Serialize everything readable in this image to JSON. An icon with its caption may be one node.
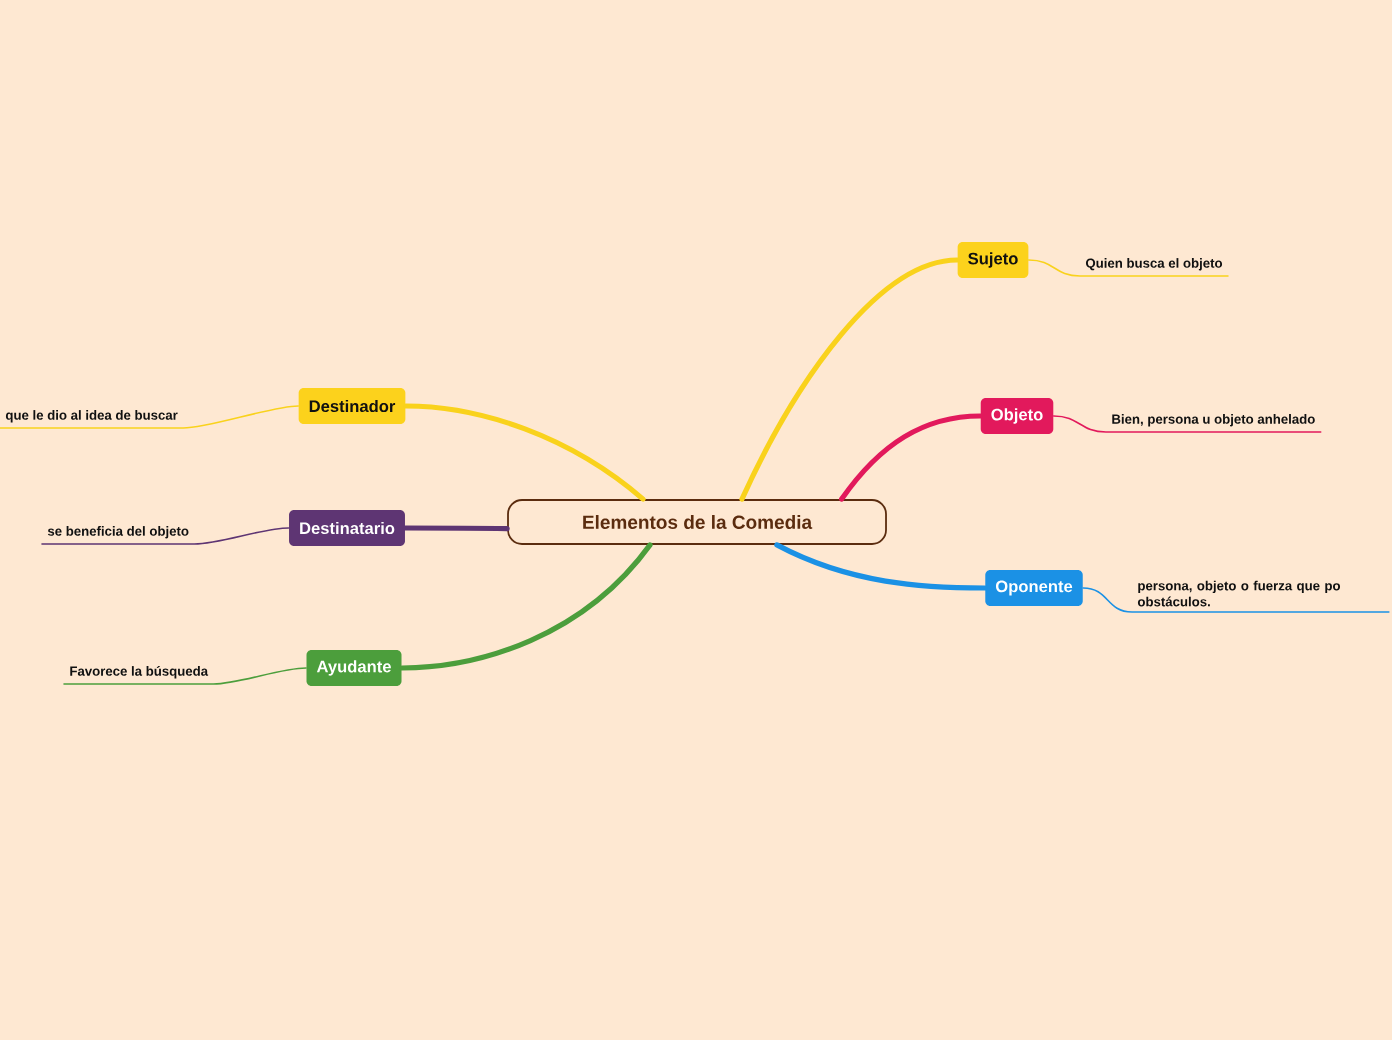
{
  "diagram": {
    "nodes": [
      {
        "text": [
          "Elementos de la Comedia"
        ]
      },
      {
        "text": [
          "Sujeto"
        ]
      },
      {
        "text": [
          "Quien busca el objeto"
        ]
      },
      {
        "text": [
          "Objeto"
        ]
      },
      {
        "text": [
          "Bien, persona u objeto anhelado"
        ]
      },
      {
        "text": [
          "Oponente"
        ]
      },
      {
        "text": [
          "persona, objeto o fuerza que po obstáculos."
        ]
      },
      {
        "text": [
          "Destinador"
        ]
      },
      {
        "text": [
          "que le dio al idea de buscar"
        ]
      },
      {
        "text": [
          "Destinatario"
        ]
      },
      {
        "text": [
          "se beneficia del objeto"
        ]
      },
      {
        "text": [
          "Ayudante"
        ]
      },
      {
        "text": [
          "Favorece la búsqueda"
        ]
      }
    ],
    "edges": [
      {
        "from": 0,
        "to": 1,
        "arrow": "none",
        "style": "thick",
        "color": "#f9d21c"
      },
      {
        "from": 1,
        "to": 2,
        "arrow": "none",
        "color": "#f9d21c"
      },
      {
        "from": 0,
        "to": 3,
        "arrow": "none",
        "style": "thick",
        "color": "#e2195c"
      },
      {
        "from": 3,
        "to": 4,
        "arrow": "none",
        "color": "#e2195c"
      },
      {
        "from": 0,
        "to": 5,
        "arrow": "none",
        "style": "thick",
        "color": "#1b91e5"
      },
      {
        "from": 5,
        "to": 6,
        "arrow": "none",
        "color": "#1b91e5"
      },
      {
        "from": 0,
        "to": 7,
        "arrow": "none",
        "style": "thick",
        "color": "#f9d21c"
      },
      {
        "from": 7,
        "to": 8,
        "arrow": "none",
        "color": "#f9d21c"
      },
      {
        "from": 0,
        "to": 9,
        "arrow": "none",
        "style": "thick",
        "color": "#5e3573"
      },
      {
        "from": 9,
        "to": 10,
        "arrow": "none",
        "color": "#5e3573"
      },
      {
        "from": 0,
        "to": 11,
        "arrow": "none",
        "style": "thick",
        "color": "#4c9e3c"
      },
      {
        "from": 11,
        "to": 12,
        "arrow": "none",
        "color": "#4c9e3c"
      }
    ]
  }
}
